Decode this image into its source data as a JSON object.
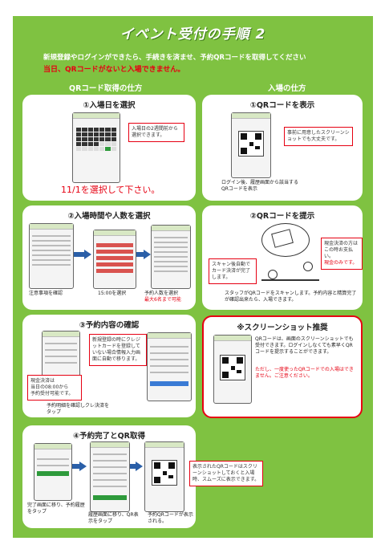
{
  "header": {
    "title": "イベント受付の手順 2",
    "line1": "新規登録やログインができたら、手続きを済ませ、予約QRコードを取得してください",
    "line2": "当日、QRコードがないと入場できません。"
  },
  "columns": {
    "left": "QRコード取得の仕方",
    "right": "入場の仕方"
  },
  "steps": {
    "s1": {
      "title": "①入場日を選択",
      "note": "入場日の2週間前から選択できます。",
      "big": "11/1を選択して下さい。"
    },
    "s2": {
      "title": "②入場時間や人数を選択",
      "cap1": "注意事項を確認",
      "cap2": "15:00を選択",
      "cap3": "予約人数を選択",
      "cap3red": "最大6名まで可能"
    },
    "s3": {
      "title": "③予約内容の確認",
      "note": "新規登録の時にクレジットカードを登録していない場合情報入力画面に自動で移ります。",
      "rednote1": "現金決済は",
      "rednote2": "当日の08:00から",
      "rednote3": "予約受付可能です。",
      "cap": "予約明細を確認しクレ決済をタップ"
    },
    "s4": {
      "title": "④予約完了とQR取得",
      "cap1": "完了画面に移り、予約履歴をタップ",
      "cap2": "履歴画面に移り、QR表示をタップ",
      "cap3": "予約QRコードが表示される。",
      "note": "表示されたQRコードはスクリーンショットしておくと入場時、スムーズに表示できます。"
    },
    "r1": {
      "title": "①QRコードを表示",
      "note": "事前に用意したスクリーンショットでも大丈夫です。",
      "cap": "ログイン後、履歴画面から該当するQRコードを表示"
    },
    "r2": {
      "title": "②QRコードを提示",
      "note_left": "スキャン後自動でカード決済が完了します。",
      "note_right1": "現金決済の方は",
      "note_right2": "この時お支払い。",
      "note_right3": "現金のみです。",
      "cap": "スタッフがQRコードをスキャンします。予約内容と精算完了が確認出来たら、入場できます。"
    },
    "r3": {
      "title": "※スクリーンショット推奨",
      "text": "QRコードは、画面のスクリーンショットでも受付できます。ログインしなくても素早くQRコードを提示することができます。",
      "red": "ただし、一度使ったQRコードでの入場はできません。ご注意ください。"
    }
  },
  "colors": {
    "background": "#7fc241",
    "accent_red": "#e60012",
    "arrow_blue": "#2a5fa8"
  }
}
